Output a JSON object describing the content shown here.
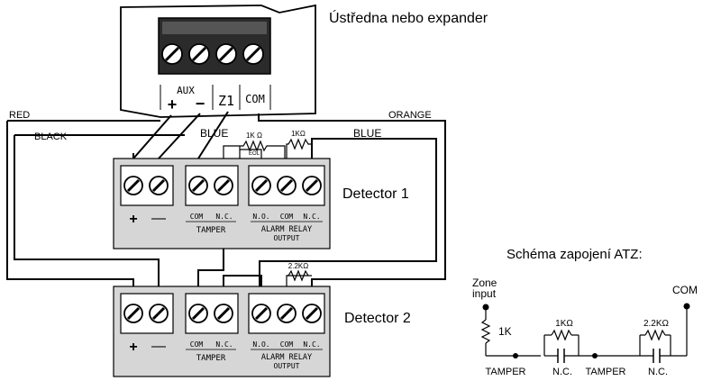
{
  "panel": {
    "title": "Ústředna nebo expander",
    "aux_label": "AUX",
    "plus": "+",
    "minus": "−",
    "z1_label": "Z1",
    "com_label": "COM"
  },
  "wires": {
    "red": "RED",
    "black": "BLACK",
    "blue_left": "BLUE",
    "blue_right": "BLUE",
    "orange": "ORANGE"
  },
  "detector1": {
    "name": "Detector 1",
    "plus": "+",
    "minus": "—",
    "tamper_com": "COM",
    "tamper_nc": "N.C.",
    "tamper": "TAMPER",
    "relay_no": "N.O.",
    "relay_com": "COM",
    "relay_nc": "N.C.",
    "relay_title": "ALARM RELAY",
    "relay_output": "OUTPUT",
    "r1_value": "1K Ω",
    "r1_note": "EOL",
    "r2_value": "1KΩ"
  },
  "detector2": {
    "name": "Detector 2",
    "plus": "+",
    "minus": "—",
    "tamper_com": "COM",
    "tamper_nc": "N.C.",
    "tamper": "TAMPER",
    "relay_no": "N.O.",
    "relay_com": "COM",
    "relay_nc": "N.C.",
    "relay_title": "ALARM RELAY",
    "relay_output": "OUTPUT",
    "r_value": "2.2KΩ"
  },
  "schema": {
    "title": "Schéma zapojení ATZ:",
    "zone_input_1": "Zone",
    "zone_input_2": "input",
    "com": "COM",
    "r1": "1K",
    "r2": "1KΩ",
    "r3": "2.2KΩ",
    "tamper1": "TAMPER",
    "nc1": "N.C.",
    "tamper2": "TAMPER",
    "nc2": "N.C."
  }
}
